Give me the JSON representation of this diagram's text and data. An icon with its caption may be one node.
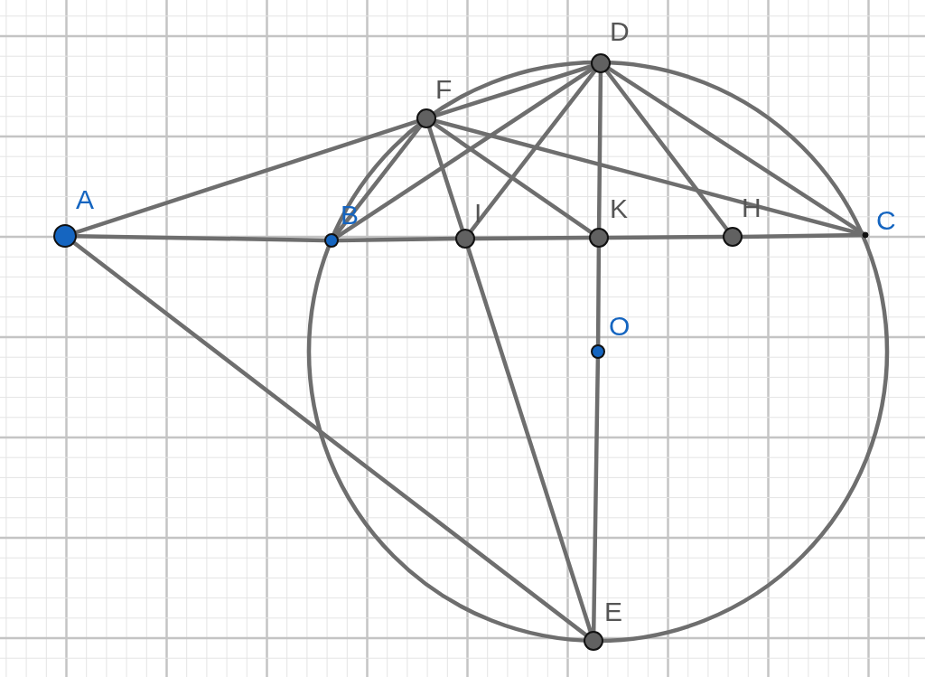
{
  "diagram": {
    "nodes": [
      {
        "text": [
          "D"
        ]
      },
      {
        "text": [
          "F"
        ]
      },
      {
        "text": [
          "A"
        ]
      },
      {
        "text": [
          "B"
        ]
      },
      {
        "text": [
          "I"
        ]
      },
      {
        "text": [
          "K"
        ]
      },
      {
        "text": [
          "H"
        ]
      },
      {
        "text": [
          "C"
        ]
      },
      {
        "text": [
          "O"
        ]
      },
      {
        "text": [
          "E"
        ]
      }
    ],
    "edges": [
      {
        "from": 0,
        "to": 1,
        "arrow": "none"
      },
      {
        "from": 1,
        "to": 2,
        "arrow": "none"
      },
      {
        "from": 2,
        "to": 3,
        "arrow": "none"
      },
      {
        "from": 3,
        "to": 4,
        "arrow": "none"
      },
      {
        "from": 4,
        "to": 5,
        "arrow": "none"
      },
      {
        "from": 5,
        "to": 6,
        "arrow": "none"
      },
      {
        "from": 6,
        "to": 7,
        "arrow": "none"
      },
      {
        "from": 0,
        "to": 3,
        "arrow": "none"
      },
      {
        "from": 0,
        "to": 4,
        "arrow": "none"
      },
      {
        "from": 0,
        "to": 5,
        "arrow": "none"
      },
      {
        "from": 0,
        "to": 6,
        "arrow": "none"
      },
      {
        "from": 0,
        "to": 7,
        "arrow": "none"
      },
      {
        "from": 1,
        "to": 3,
        "arrow": "none"
      },
      {
        "from": 1,
        "to": 4,
        "arrow": "none"
      },
      {
        "from": 1,
        "to": 5,
        "arrow": "none"
      },
      {
        "from": 1,
        "to": 7,
        "arrow": "none"
      },
      {
        "from": 2,
        "to": 9,
        "arrow": "none"
      },
      {
        "from": 4,
        "to": 9,
        "arrow": "none"
      },
      {
        "from": 5,
        "to": 8,
        "arrow": "none"
      },
      {
        "from": 8,
        "to": 9,
        "arrow": "none"
      }
    ]
  }
}
